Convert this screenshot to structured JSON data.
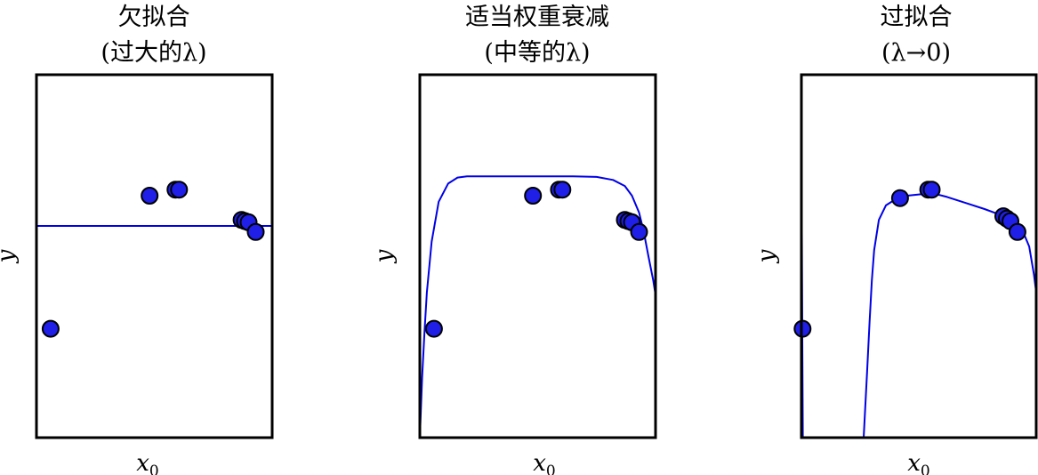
{
  "chart_data": [
    {
      "type": "scatter",
      "title_line1": "欠拟合",
      "title_line2": "(过大的λ)",
      "xlabel": "x",
      "xlabel_sub": "0",
      "ylabel": "y",
      "xlim": [
        0,
        1
      ],
      "ylim": [
        -1.5,
        1.5
      ],
      "points": [
        {
          "x": 0.06,
          "y": -0.6
        },
        {
          "x": 0.48,
          "y": 0.5
        },
        {
          "x": 0.59,
          "y": 0.55
        },
        {
          "x": 0.605,
          "y": 0.55
        },
        {
          "x": 0.87,
          "y": 0.3
        },
        {
          "x": 0.885,
          "y": 0.29
        },
        {
          "x": 0.9,
          "y": 0.28
        },
        {
          "x": 0.93,
          "y": 0.2
        }
      ],
      "curve": {
        "name": "",
        "x": [
          0,
          1
        ],
        "y": [
          0.25,
          0.25
        ]
      }
    },
    {
      "type": "scatter",
      "title_line1": "适当权重衰减",
      "title_line2": "(中等的λ)",
      "xlabel": "x",
      "xlabel_sub": "0",
      "ylabel": "y",
      "xlim": [
        0,
        1
      ],
      "ylim": [
        -1.5,
        1.5
      ],
      "points": [
        {
          "x": 0.06,
          "y": -0.6
        },
        {
          "x": 0.48,
          "y": 0.5
        },
        {
          "x": 0.59,
          "y": 0.55
        },
        {
          "x": 0.605,
          "y": 0.55
        },
        {
          "x": 0.87,
          "y": 0.3
        },
        {
          "x": 0.885,
          "y": 0.29
        },
        {
          "x": 0.9,
          "y": 0.28
        },
        {
          "x": 0.93,
          "y": 0.2
        }
      ],
      "curve": {
        "name": "",
        "x": [
          0.0,
          0.01,
          0.02,
          0.03,
          0.05,
          0.08,
          0.12,
          0.16,
          0.2,
          0.25,
          0.35,
          0.5,
          0.65,
          0.75,
          0.82,
          0.87,
          0.9,
          0.93,
          0.95,
          0.97,
          0.99,
          1.0
        ],
        "y": [
          -1.5,
          -1.0,
          -0.62,
          -0.3,
          0.12,
          0.45,
          0.6,
          0.65,
          0.66,
          0.66,
          0.66,
          0.66,
          0.66,
          0.655,
          0.63,
          0.58,
          0.5,
          0.36,
          0.2,
          0.0,
          -0.2,
          -0.32
        ]
      }
    },
    {
      "type": "scatter",
      "title_line1": "过拟合",
      "title_line2": "(λ→0)",
      "xlabel": "x",
      "xlabel_sub": "0",
      "ylabel": "y",
      "xlim": [
        0,
        1
      ],
      "ylim": [
        -1.5,
        1.5
      ],
      "points": [
        {
          "x": 0.005,
          "y": -0.6
        },
        {
          "x": 0.42,
          "y": 0.48
        },
        {
          "x": 0.54,
          "y": 0.55
        },
        {
          "x": 0.555,
          "y": 0.55
        },
        {
          "x": 0.86,
          "y": 0.33
        },
        {
          "x": 0.875,
          "y": 0.31
        },
        {
          "x": 0.89,
          "y": 0.29
        },
        {
          "x": 0.92,
          "y": 0.2
        }
      ],
      "curve_left": {
        "x": [
          0.0,
          0.002,
          0.004,
          0.006
        ],
        "y": [
          1.5,
          0.2,
          -0.8,
          -1.5
        ]
      },
      "curve": {
        "name": "",
        "x": [
          0.265,
          0.28,
          0.29,
          0.3,
          0.31,
          0.33,
          0.36,
          0.4,
          0.45,
          0.5,
          0.56,
          0.62,
          0.7,
          0.78,
          0.85,
          0.9,
          0.94,
          0.97,
          0.99,
          1.0
        ],
        "y": [
          -1.5,
          -0.95,
          -0.55,
          -0.2,
          0.05,
          0.3,
          0.42,
          0.47,
          0.5,
          0.51,
          0.52,
          0.49,
          0.44,
          0.39,
          0.34,
          0.29,
          0.22,
          0.08,
          -0.15,
          -0.3
        ]
      }
    }
  ],
  "colors": {
    "curve": "#0000e6",
    "point_fill": "#1f1fe8",
    "point_stroke": "#000000",
    "frame": "#000000"
  }
}
